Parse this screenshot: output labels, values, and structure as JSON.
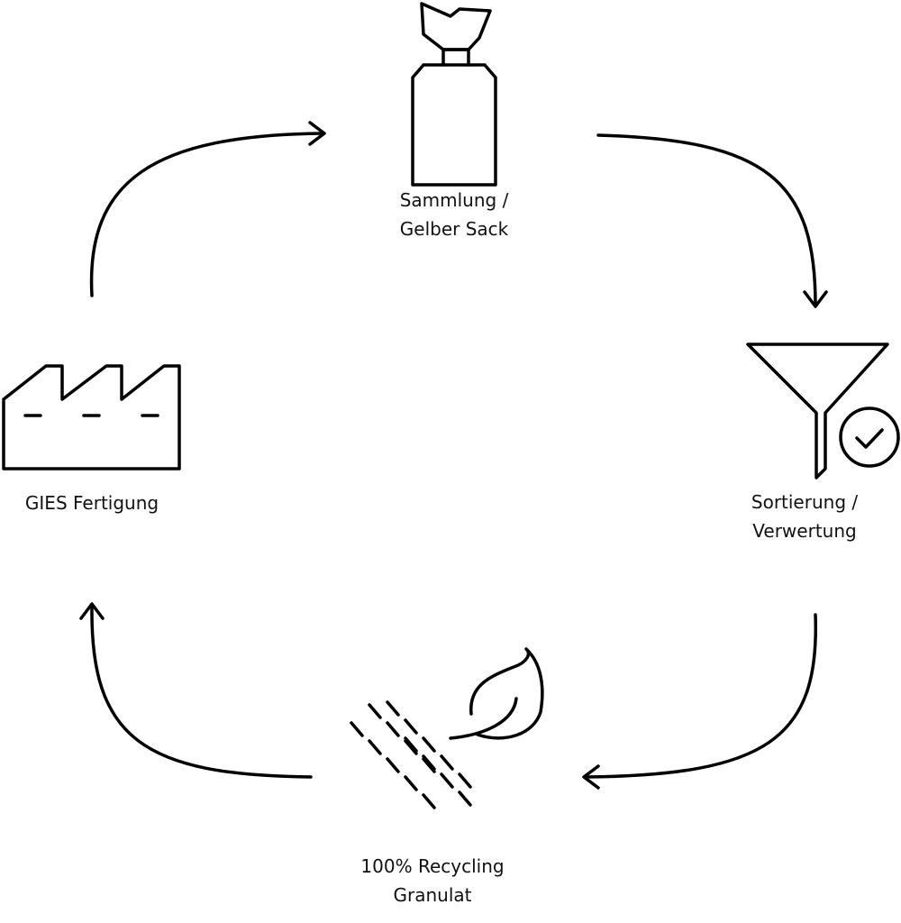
{
  "nodes": {
    "collection": {
      "line1": "Sammlung /",
      "line2": "Gelber Sack",
      "icon": "bag-icon"
    },
    "sorting": {
      "line1": "Sortierung /",
      "line2": "Verwertung",
      "icon": "funnel-check-icon"
    },
    "granulate": {
      "line1": "100% Recycling",
      "line2": "Granulat",
      "icon": "granulate-leaf-icon"
    },
    "production": {
      "line1": "GIES Fertigung",
      "icon": "factory-icon"
    }
  },
  "colors": {
    "stroke": "#000000",
    "text": "#111111",
    "background": "#ffffff"
  }
}
